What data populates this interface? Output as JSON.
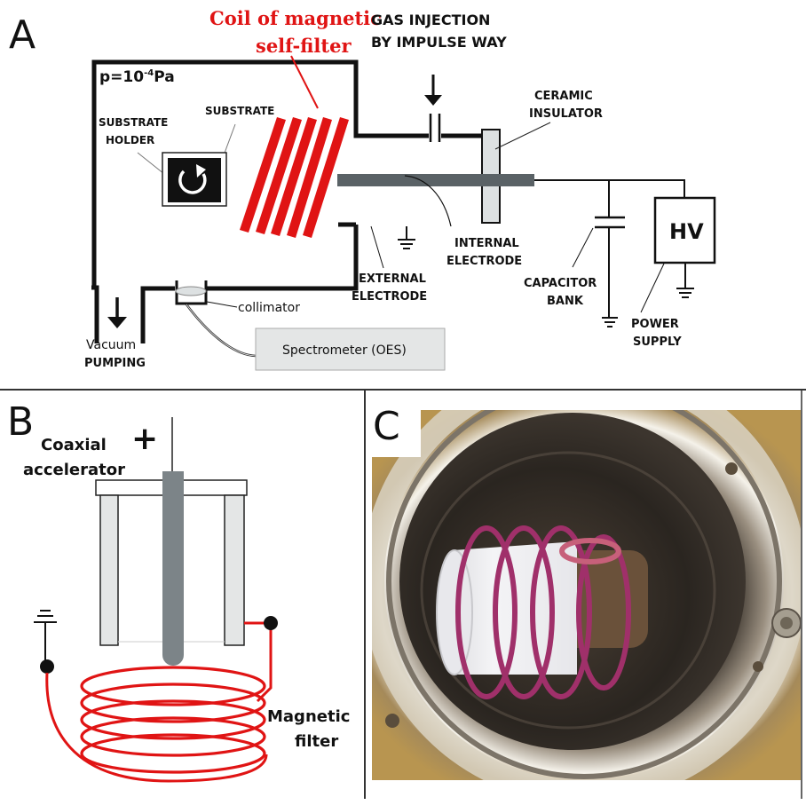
{
  "panels": {
    "a": {
      "letter": "A",
      "pressure": "p=10",
      "pressure_exp": "-4",
      "pressure_unit": "Pa",
      "labels": {
        "coil_line1": "Coil of magnetic",
        "coil_line2": "self-filter",
        "gas_line1": "GAS INJECTION",
        "gas_line2": "BY IMPULSE WAY",
        "ceramic_line1": "CERAMIC",
        "ceramic_line2": "INSULATOR",
        "substrate": "SUBSTRATE",
        "holder_line1": "SUBSTRATE",
        "holder_line2": "HOLDER",
        "internal_line1": "INTERNAL",
        "internal_line2": "ELECTRODE",
        "external_line1": "EXTERNAL",
        "external_line2": "ELECTRODE",
        "capacitor_line1": "CAPACITOR",
        "capacitor_line2": "BANK",
        "hv": "HV",
        "power_line1": "POWER",
        "power_line2": "SUPPLY",
        "collimator": "collimator",
        "spectrometer": "Spectrometer (OES)",
        "vacuum_line1": "Vacuum",
        "vacuum_line2": "PUMPING"
      }
    },
    "b": {
      "letter": "B",
      "plus": "+",
      "coaxial_line1": "Coaxial",
      "coaxial_line2": "accelerator",
      "filter_line1": "Magnetic",
      "filter_line2": "filter"
    },
    "c": {
      "letter": "C",
      "photo_description": "photograph of coaxial accelerator with magnetic filter coil inside vacuum chamber flange"
    }
  },
  "colors": {
    "coil_red": "#e01414",
    "electrode_gray": "#5a6266",
    "insulator_gray": "#dde1e2",
    "spectrometer_gray": "#e4e6e6",
    "coil_purple": "#a0306a"
  }
}
